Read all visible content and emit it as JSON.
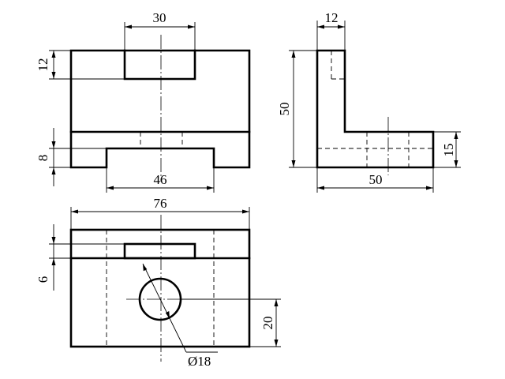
{
  "front_view": {
    "dim_top_slot_width": "30",
    "dim_top_slot_depth": "12",
    "dim_bottom_slot_height": "8",
    "dim_bottom_slot_width": "46"
  },
  "side_view": {
    "dim_vertical_thickness": "12",
    "dim_total_height": "50",
    "dim_base_height": "15",
    "dim_total_width": "50"
  },
  "top_view": {
    "dim_total_width": "76",
    "dim_slot_depth": "6",
    "dim_hole_offset": "20",
    "dim_hole_diameter": "Ø18"
  }
}
